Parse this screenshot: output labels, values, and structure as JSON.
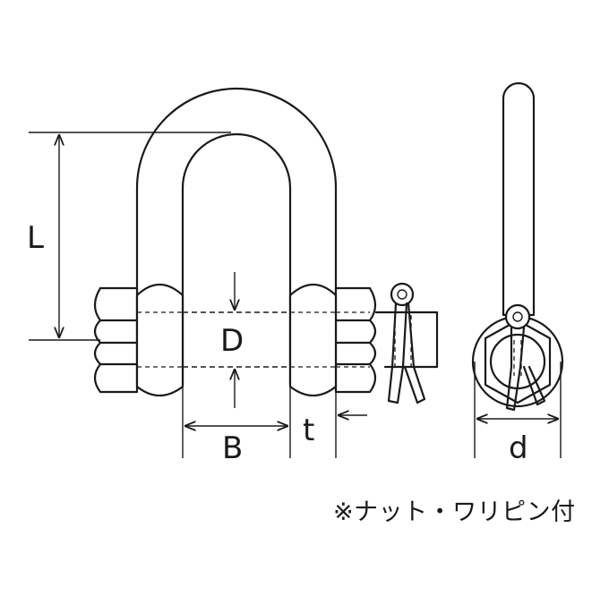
{
  "labels": {
    "L": "L",
    "D": "D",
    "B": "B",
    "t": "t",
    "d": "d"
  },
  "note": "※ナット・ワリピン付"
}
